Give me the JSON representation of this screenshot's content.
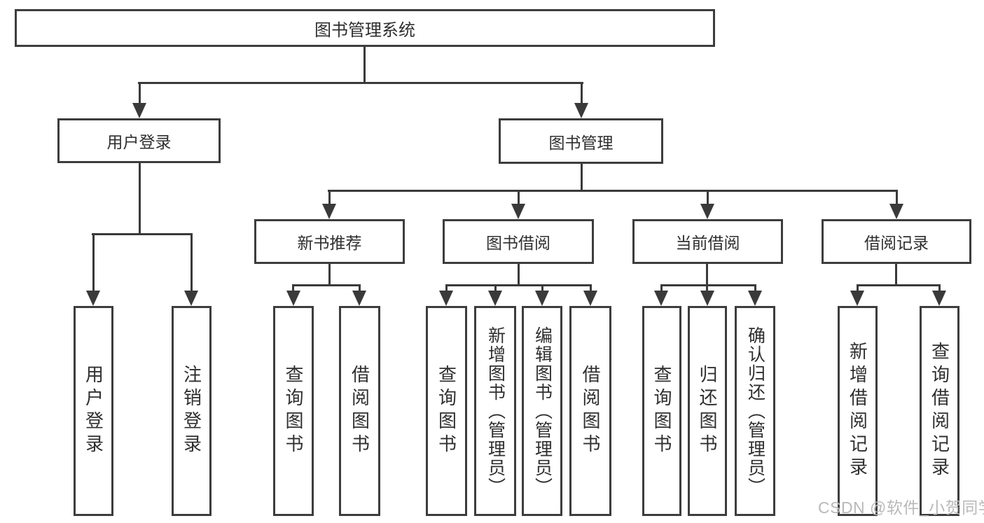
{
  "diagram": {
    "root": {
      "label": "图书管理系统"
    },
    "level2": [
      {
        "label": "用户登录"
      },
      {
        "label": "图书管理"
      }
    ],
    "level3": [
      {
        "label": "新书推荐"
      },
      {
        "label": "图书借阅"
      },
      {
        "label": "当前借阅"
      },
      {
        "label": "借阅记录"
      }
    ],
    "leaves": [
      {
        "label": "用户登录"
      },
      {
        "label": "注销登录"
      },
      {
        "label": "查询图书"
      },
      {
        "label": "借阅图书"
      },
      {
        "label": "查询图书"
      },
      {
        "label": "新增图书（管理员）"
      },
      {
        "label": "编辑图书（管理员）"
      },
      {
        "label": "借阅图书"
      },
      {
        "label": "查询图书"
      },
      {
        "label": "归还图书"
      },
      {
        "label": "确认归还（管理员）"
      },
      {
        "label": "新增借阅记录"
      },
      {
        "label": "查询借阅记录"
      }
    ]
  },
  "watermark": "CSDN @软件_小贺同学",
  "colors": {
    "border": "#3d3d3d",
    "line": "#3a3a3a",
    "text": "#2f2f2f",
    "watermark": "#b9b9b9",
    "background": "#ffffff"
  }
}
